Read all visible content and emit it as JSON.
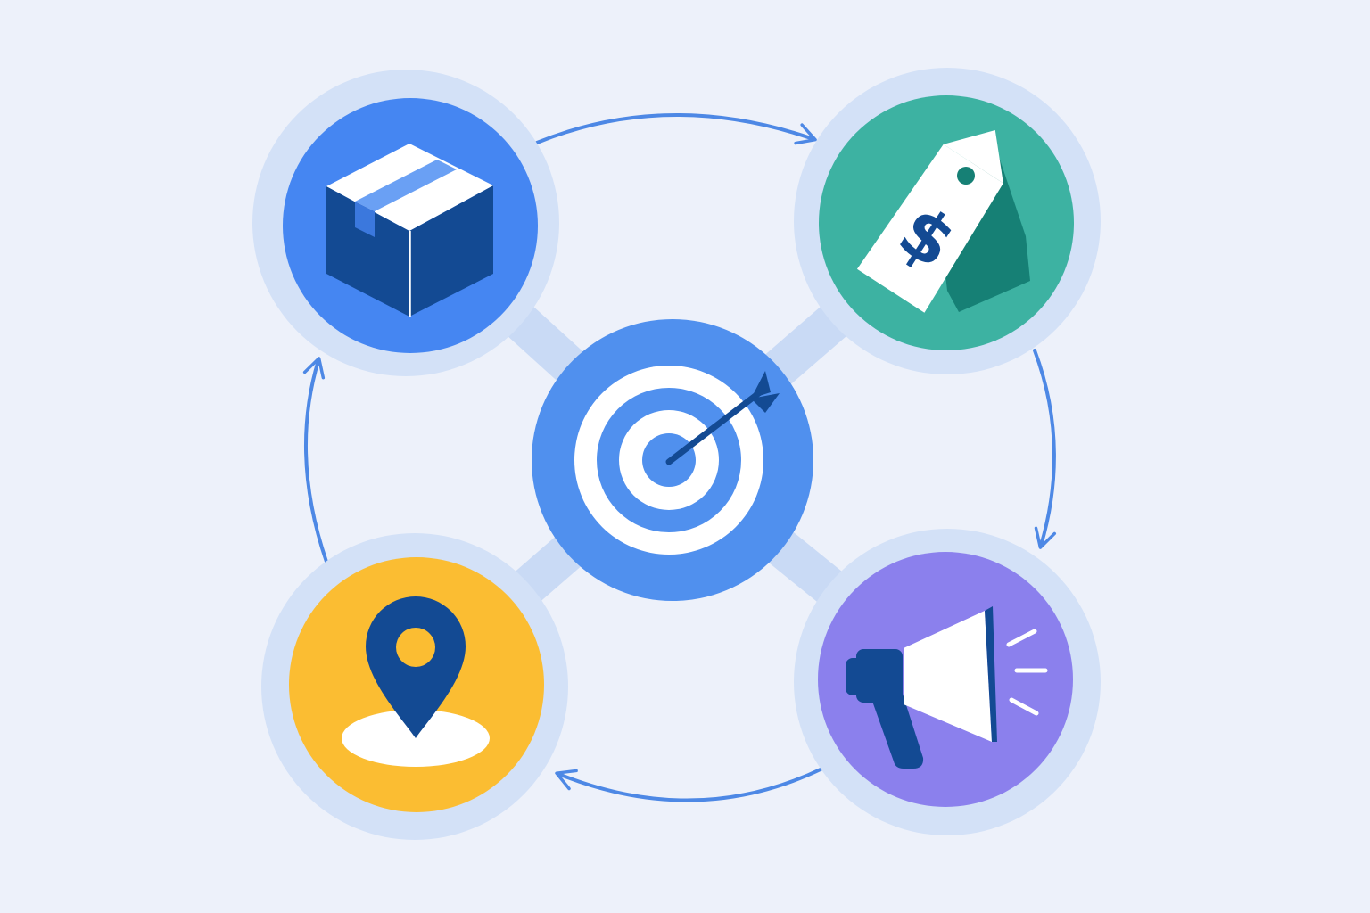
{
  "colors": {
    "background": "#edf1fa",
    "halo": "#d3e1f7",
    "connector": "#c9daf5",
    "arrow": "#4d88e5",
    "navy": "#134a93",
    "white": "#ffffff"
  },
  "center": {
    "name": "target-icon",
    "icon": "bullseye-with-arrow",
    "color": "#5090ee"
  },
  "nodes": [
    {
      "id": "product",
      "icon": "box-icon",
      "color": "#4586f2"
    },
    {
      "id": "price",
      "icon": "price-tag-icon",
      "label": "$",
      "color": "#3db2a2",
      "accent": "#168075"
    },
    {
      "id": "promotion",
      "icon": "megaphone-icon",
      "color": "#8b80ed"
    },
    {
      "id": "place",
      "icon": "location-pin-icon",
      "color": "#fbbd32"
    }
  ],
  "cycle": {
    "direction": "clockwise",
    "sequence": [
      "product",
      "price",
      "promotion",
      "place"
    ]
  }
}
